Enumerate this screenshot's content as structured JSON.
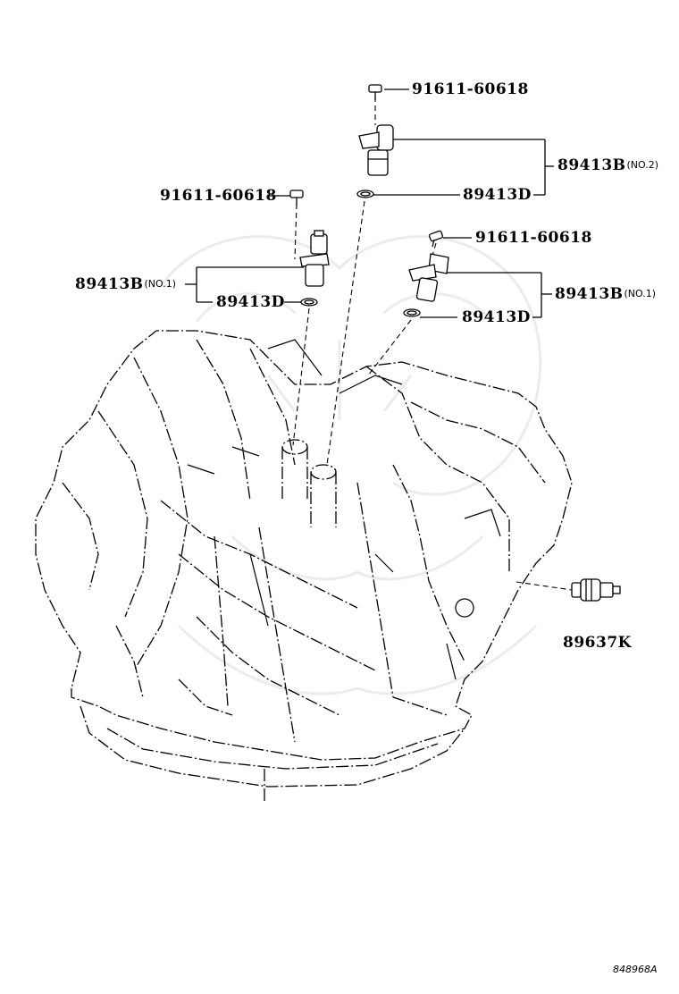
{
  "diagram": {
    "labels": {
      "bolt_top": "91611-60618",
      "sensor_no2": "89413B",
      "sensor_no2_suffix": "(NO.2)",
      "oring_no2": "89413D",
      "bolt_left": "91611-60618",
      "sensor_left": "89413B",
      "sensor_left_suffix": "(NO.1)",
      "oring_left": "89413D",
      "bolt_right": "91611-60618",
      "sensor_right": "89413B",
      "sensor_right_suffix": "(NO.1)",
      "oring_right": "89413D",
      "pressure_sensor": "89637K"
    },
    "figure_code": "848968A"
  }
}
